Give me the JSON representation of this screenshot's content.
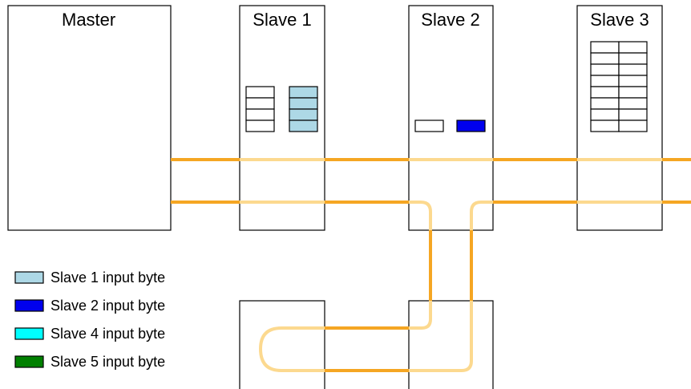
{
  "colors": {
    "bus_dark": "#f5a623",
    "bus_light": "#fcd98f",
    "slave1_input": "#add8e6",
    "slave2_input": "#0000ee",
    "slave4_input": "#00ffff",
    "slave5_input": "#008000",
    "empty": "#ffffff"
  },
  "devices": {
    "master": "Master",
    "slave1": "Slave 1",
    "slave2": "Slave 2",
    "slave3": "Slave 3"
  },
  "legend": [
    {
      "label": "Slave 1 input byte",
      "color_key": "slave1_input"
    },
    {
      "label": "Slave 2 input byte",
      "color_key": "slave2_input"
    },
    {
      "label": "Slave 4 input byte",
      "color_key": "slave4_input"
    },
    {
      "label": "Slave 5 input byte",
      "color_key": "slave5_input"
    }
  ],
  "buffers": {
    "slave1_output_bytes": 4,
    "slave1_input_bytes": 4,
    "slave2_output_bytes": 1,
    "slave2_input_bytes": 1,
    "slave3_bytes": 8
  }
}
